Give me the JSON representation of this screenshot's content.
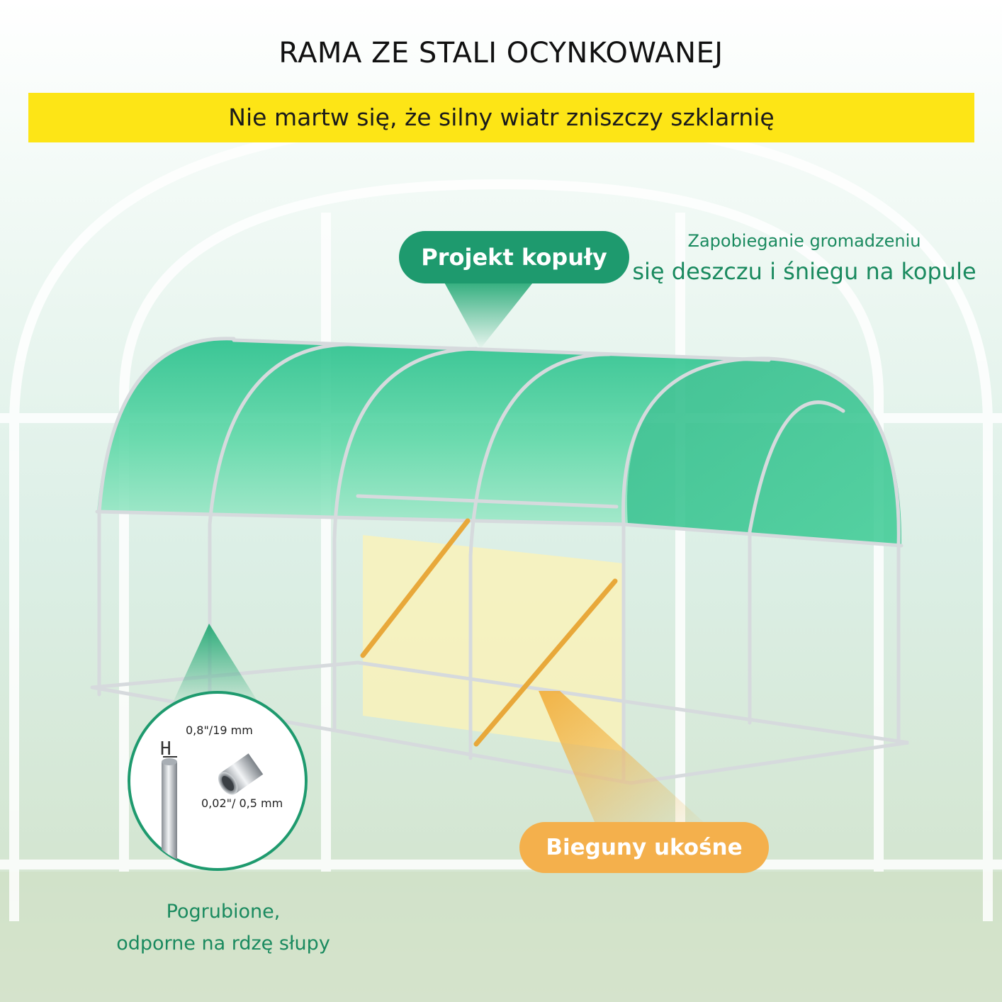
{
  "title": "RAMA ZE STALI OCYNKOWANEJ",
  "banner": {
    "text": "Nie martw się, że silny wiatr zniszczy szklarnię",
    "color": "#fde516"
  },
  "callouts": {
    "dome": {
      "label": "Projekt kopuły",
      "color": "#1e9a6e"
    },
    "diagonal": {
      "label": "Bieguny ukośne",
      "color": "#f4b04c"
    }
  },
  "dome_note": {
    "line1": "Zapobieganie gromadzeniu",
    "line2": "się deszczu i śniegu na kopule"
  },
  "pole_detail": {
    "diameter": "0,8\"/19 mm",
    "thickness": "0,02\"/ 0,5 mm",
    "caption_line1": "Pogrubione,",
    "caption_line2": "odporne na rdzę słupy"
  },
  "colors": {
    "cover_green": "#2fc590",
    "frame_steel": "#d9dde0",
    "accent_green": "#1a8a5f",
    "diagonal_orange": "#e8a83a"
  }
}
